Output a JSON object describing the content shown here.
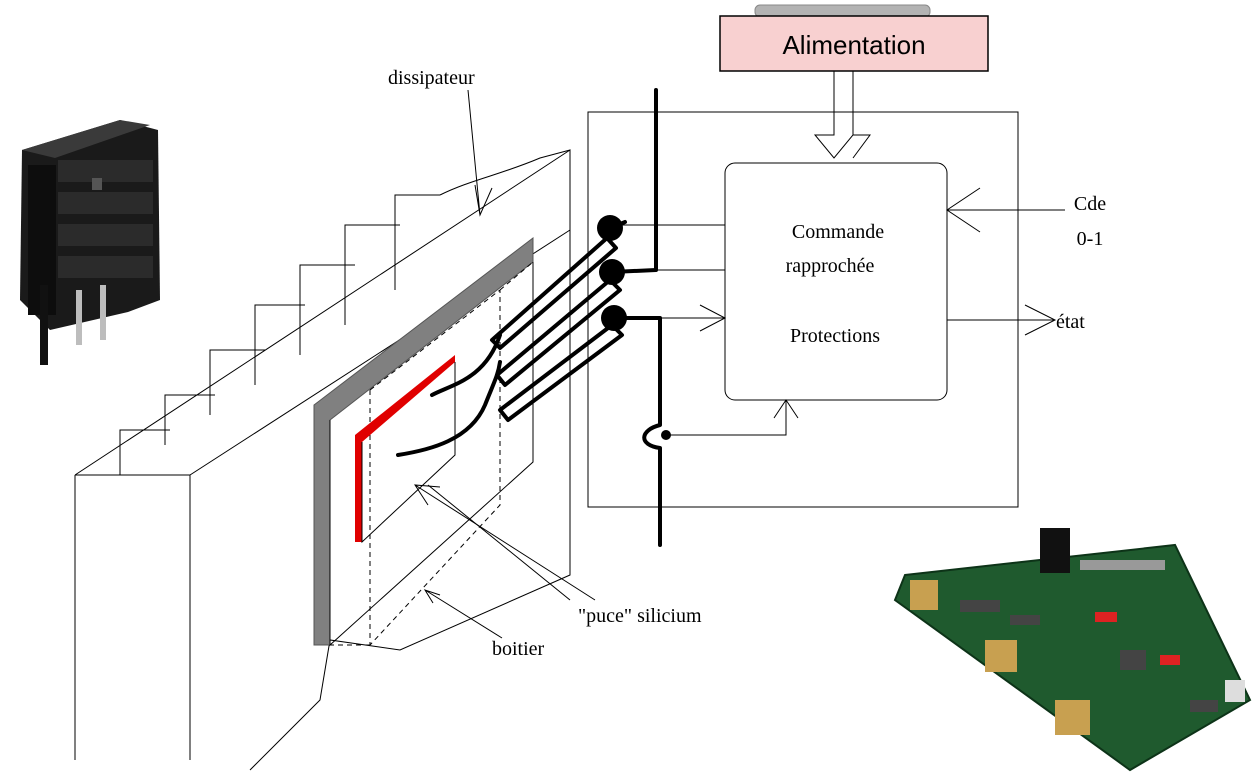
{
  "labels": {
    "alimentation": "Alimentation",
    "dissipateur": "dissipateur",
    "commande_line1": "Commande",
    "commande_line2": "rapprochée",
    "protections": "Protections",
    "cde_line1": "Cde",
    "cde_line2": "0-1",
    "etat": "état",
    "puce": "\"puce\" silicium",
    "boitier": "boitier"
  },
  "colors": {
    "alimentation_fill": "#f8d0d0",
    "chip": "#e00000",
    "heatsink_plate": "#808080",
    "pcb": "#1f5a2e"
  },
  "icons": {
    "heatsink_photo": "heatsink-photo",
    "driver_board_photo": "driver-board-photo"
  }
}
